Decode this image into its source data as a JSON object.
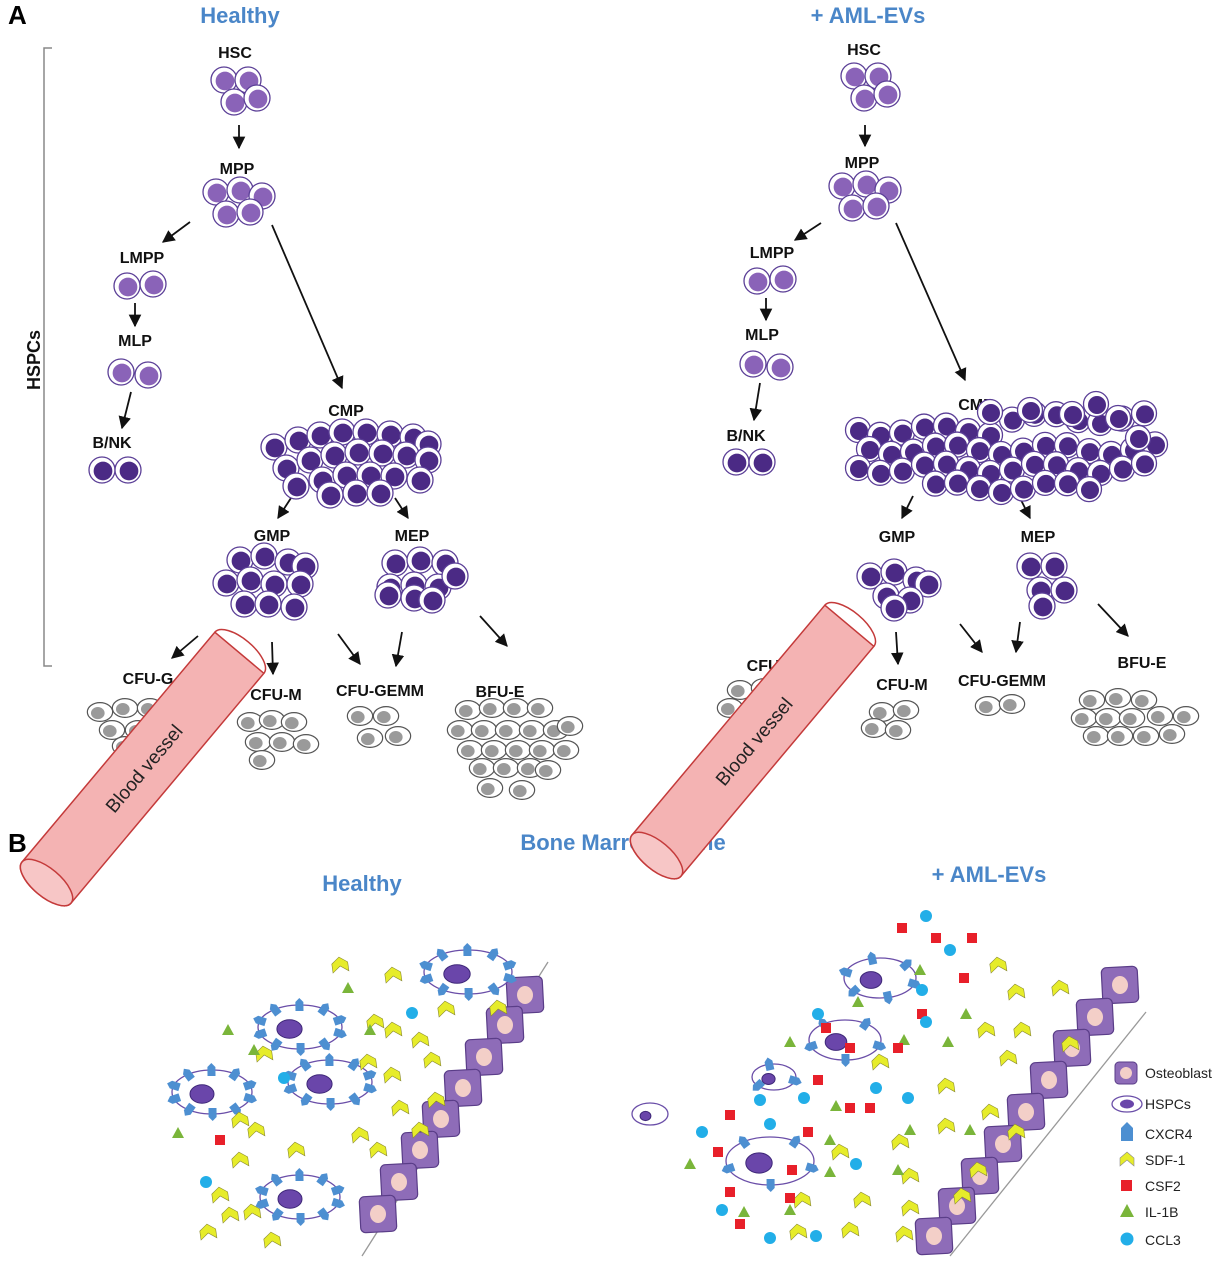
{
  "panel_a": {
    "letter": "A",
    "left_title": "Healthy",
    "right_title": "+ AML-EVs",
    "bracket_label": "HSPCs",
    "stages": {
      "hsc": "HSC",
      "mpp": "MPP",
      "lmpp": "LMPP",
      "mlp": "MLP",
      "bnk": "B/NK",
      "cmp": "CMP",
      "gmp": "GMP",
      "mep": "MEP",
      "cfu_g": "CFU-G",
      "cfu_m": "CFU-M",
      "cfu_gemm": "CFU-GEMM",
      "bfu_e": "BFU-E"
    }
  },
  "panel_b": {
    "letter": "B",
    "main_title": "Bone Marrow Niche",
    "left_title": "Healthy",
    "right_title": "+ AML-EVs",
    "vessel_label": "Blood vessel",
    "legend": [
      "Osteoblast",
      "HSPCs",
      "CXCR4",
      "SDF-1",
      "CSF2",
      "IL-1B",
      "CCL3"
    ]
  },
  "colors": {
    "title_blue": "#4a86c8",
    "light_purple": "#8a63b8",
    "dark_purple": "#4b2a85",
    "grey_cell": "#9a9a9a",
    "vessel": "#f4b3b3",
    "vessel_edge": "#c43a3a",
    "osteoblast": "#8e6cb8",
    "cxcr4": "#4d8fd1",
    "sdf1": "#e6ec2a",
    "csf2": "#e8202a",
    "il1b": "#7ab53a",
    "ccl3": "#22aee8"
  }
}
